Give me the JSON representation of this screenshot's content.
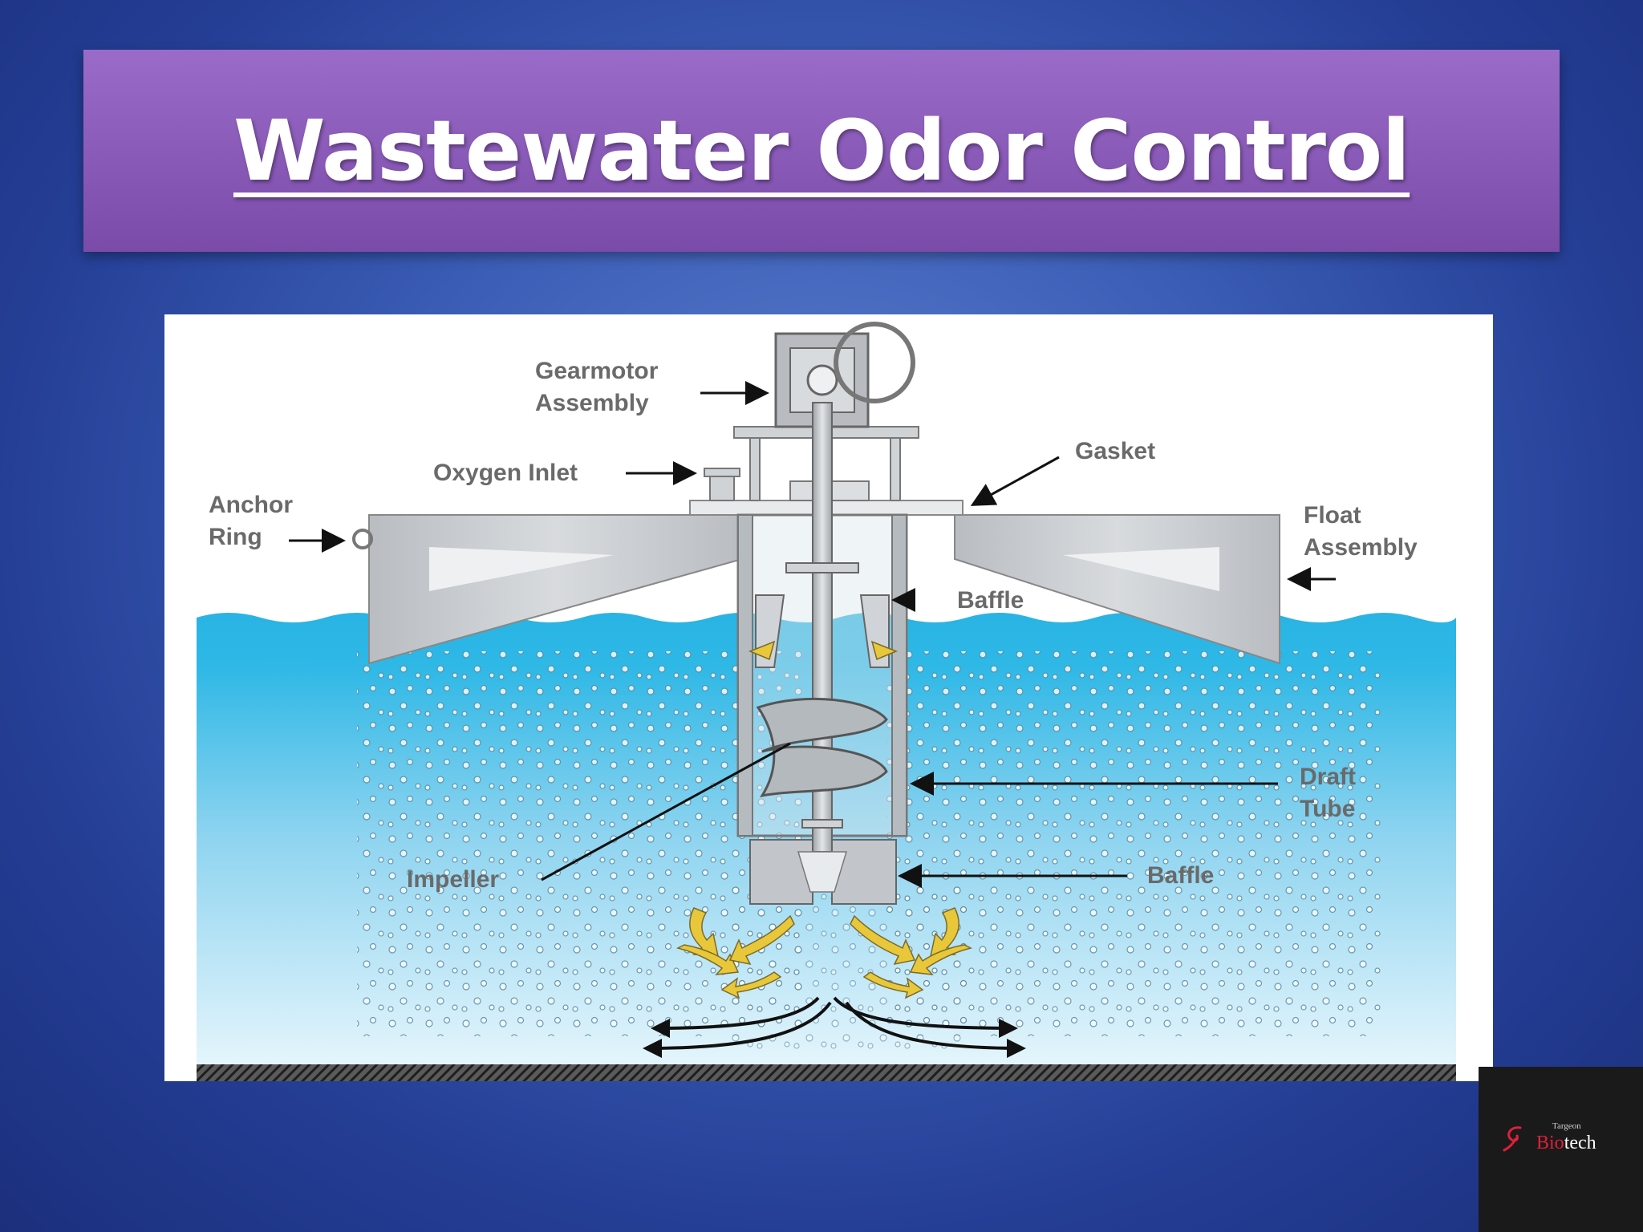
{
  "slide": {
    "title": "Wastewater Odor Control"
  },
  "diagram": {
    "labels": {
      "gearmotor_line1": "Gearmotor",
      "gearmotor_line2": "Assembly",
      "oxygen_inlet": "Oxygen Inlet",
      "gasket": "Gasket",
      "anchor_line1": "Anchor",
      "anchor_line2": "Ring",
      "float_line1": "Float",
      "float_line2": "Assembly",
      "baffle_top": "Baffle",
      "draft_line1": "Draft",
      "draft_line2": "Tube",
      "impeller": "Impeller",
      "baffle_bottom": "Baffle"
    },
    "colors": {
      "water_top": "#28b4e4",
      "water_bottom": "#e4f5fc",
      "equipment": "#c8ccd0",
      "flow_arrows": "#e8c83a"
    }
  },
  "logo": {
    "small_text": "Targeon",
    "bio": "Bio",
    "tech": "tech"
  }
}
